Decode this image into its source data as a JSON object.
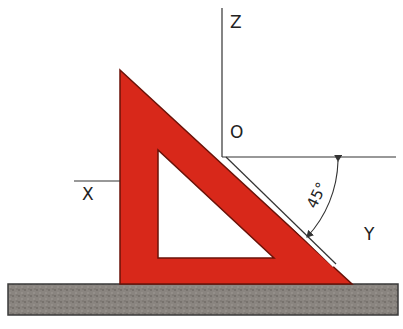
{
  "diagram": {
    "labels": [
      "Z",
      "O",
      "X",
      "Y",
      "45°"
    ]
  }
}
